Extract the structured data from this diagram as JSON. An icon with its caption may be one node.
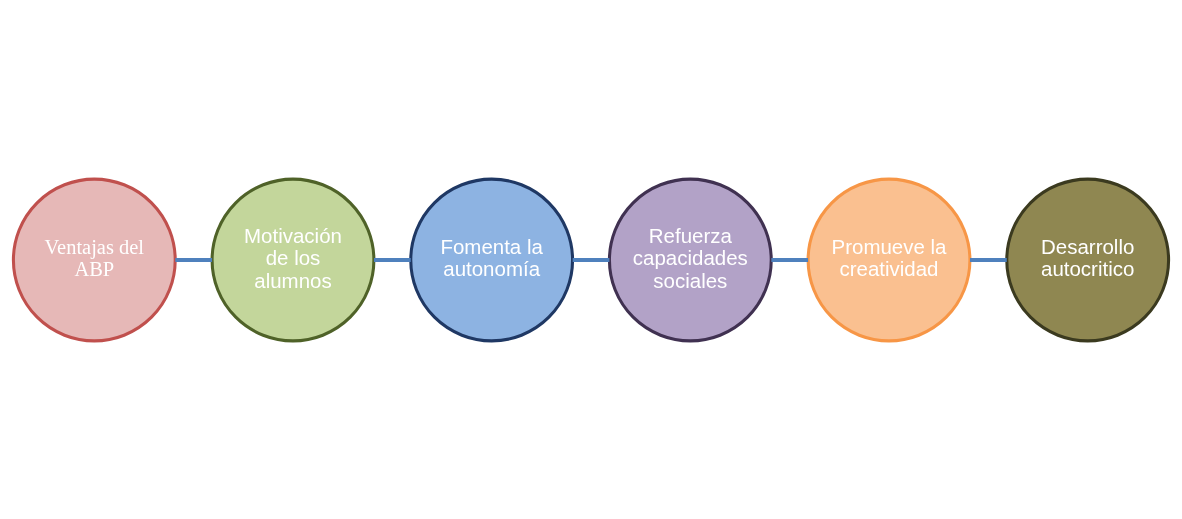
{
  "diagram": {
    "nodes": [
      {
        "text": [
          "Ventajas del ABP"
        ]
      },
      {
        "text": [
          "Motivación de los alumnos"
        ]
      },
      {
        "text": [
          "Fomenta la autonomía"
        ]
      },
      {
        "text": [
          "Refuerza capacidades sociales"
        ]
      },
      {
        "text": [
          "Promueve la creatividad"
        ]
      },
      {
        "text": [
          "Desarrollo autocritico"
        ]
      }
    ],
    "edges": [
      {
        "from": 0,
        "to": 1,
        "arrow": "none"
      },
      {
        "from": 1,
        "to": 2,
        "arrow": "none"
      },
      {
        "from": 2,
        "to": 3,
        "arrow": "none"
      },
      {
        "from": 3,
        "to": 4,
        "arrow": "none"
      },
      {
        "from": 4,
        "to": 5,
        "arrow": "none"
      }
    ]
  }
}
